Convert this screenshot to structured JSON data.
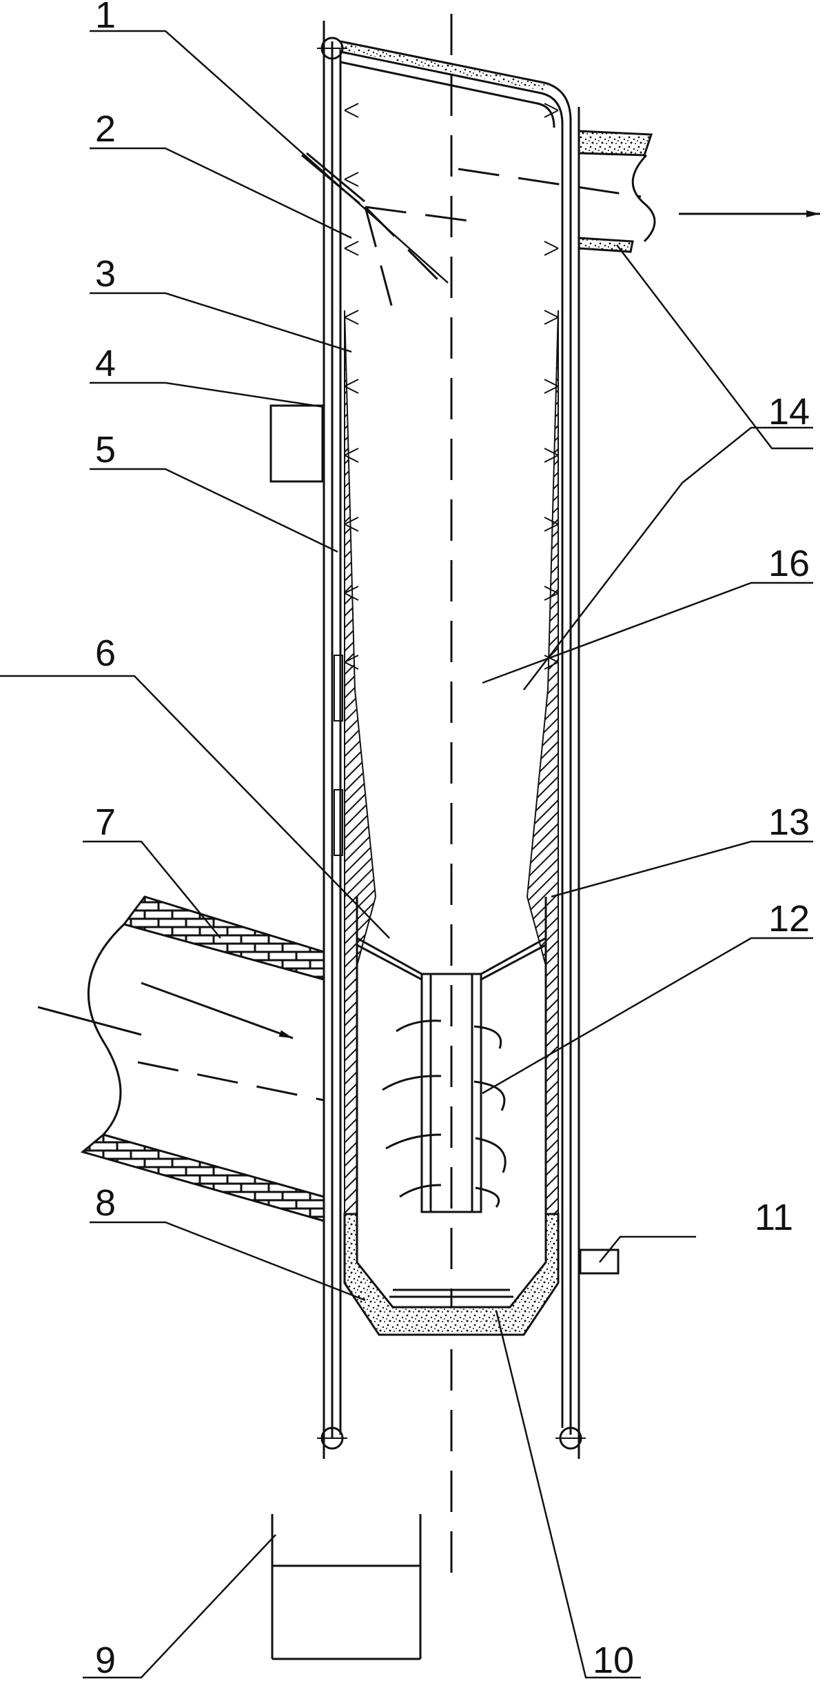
{
  "labels": {
    "l1": "1",
    "l2": "2",
    "l3": "3",
    "l4": "4",
    "l5": "5",
    "l6": "6",
    "l7": "7",
    "l8": "8",
    "l9": "9",
    "l10": "10",
    "l11": "11",
    "l12": "12",
    "l13": "13",
    "l14": "14",
    "l16": "16"
  },
  "colors": {
    "line": "#111111",
    "background": "#ffffff"
  }
}
